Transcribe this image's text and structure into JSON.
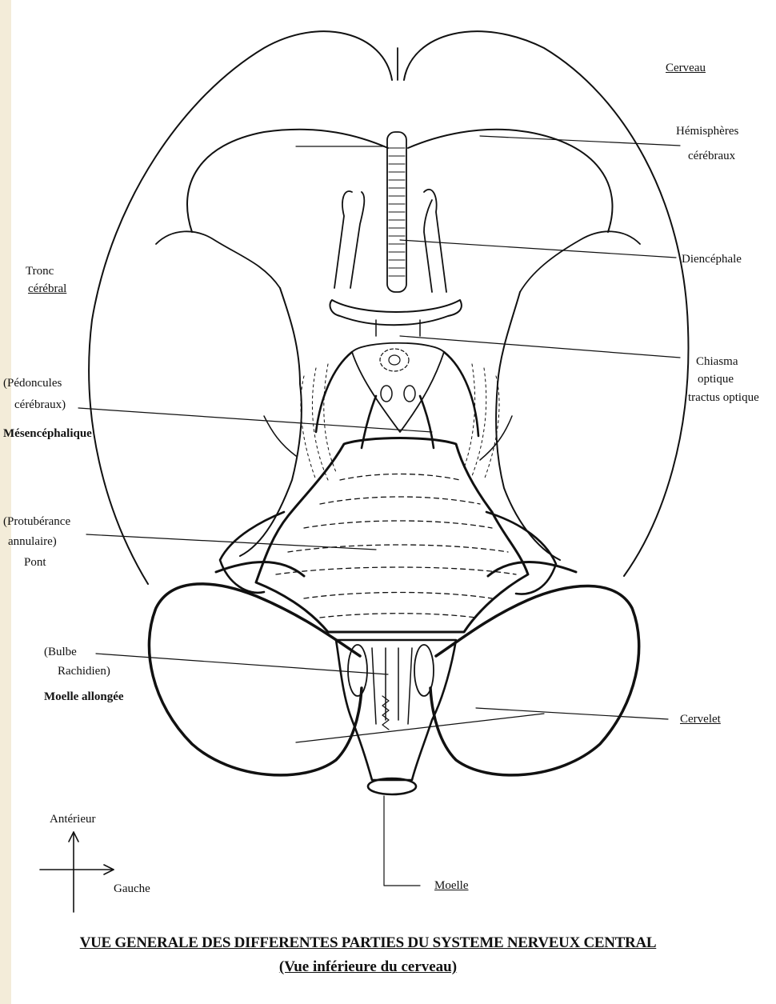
{
  "labels": {
    "cerveau": "Cerveau",
    "hemispheres_1": "Hémisphères",
    "hemispheres_2": "cérébraux",
    "diencephale": "Diencéphale",
    "tronc_1": "Tronc",
    "tronc_2": "cérébral",
    "chiasma_1": "Chiasma",
    "chiasma_2": "optique",
    "chiasma_3": "tractus optique",
    "pedoncules_1": "(Pédoncules",
    "pedoncules_2": "cérébraux)",
    "pedoncules_3": "Mésencéphalique",
    "protuberance_1": "(Protubérance",
    "protuberance_2": "annulaire)",
    "protuberance_3": "Pont",
    "bulbe_1": "(Bulbe",
    "bulbe_2": "Rachidien)",
    "bulbe_3": "Moelle allongée",
    "cervelet": "Cervelet",
    "moelle": "Moelle",
    "anterieur": "Antérieur",
    "gauche": "Gauche"
  },
  "caption": {
    "title": "VUE GENERALE DES DIFFERENTES PARTIES DU SYSTEME NERVEUX CENTRAL",
    "subtitle": "(Vue inférieure du cerveau)"
  },
  "colors": {
    "ink": "#111111",
    "paper": "#ffffff"
  }
}
